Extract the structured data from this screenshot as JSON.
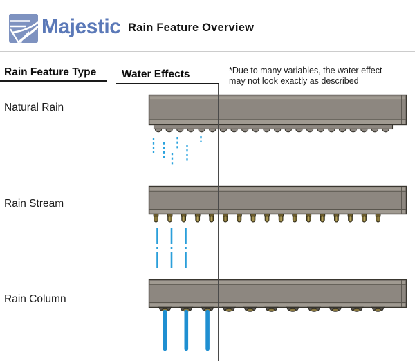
{
  "header": {
    "logo_text": "Majestic",
    "logo_icon": "majestic-waterfall-icon",
    "title": "Rain Feature Overview"
  },
  "table": {
    "col1_header": "Rain Feature Type",
    "col2_header": "Water Effects",
    "disclaimer_line1": "*Due to many variables, the water effect",
    "disclaimer_line2": "may not look exactly as described",
    "rows": [
      {
        "label": "Natural Rain",
        "effect_illustration": "spray-bar-with-scalloped-trim-and-dotted-droplets"
      },
      {
        "label": "Rain Stream",
        "effect_illustration": "spray-bar-with-17-brass-nozzles-and-dashed-streams"
      },
      {
        "label": "Rain Column",
        "effect_illustration": "spray-bar-with-11-flat-jets-and-solid-columns"
      }
    ]
  },
  "graphics": {
    "natural_rain": {
      "scallop_trim": "#scallop,22,229,15.65,186.4"
    },
    "rain_stream": {
      "nozzles": "#nozzle,17,225.5,20.07,309.5"
    },
    "rain_column": {
      "nozzles": "#colcap,11,238.5,30.8,444.3"
    }
  },
  "colors": {
    "brand_blue": "#5b79b8",
    "water_blue": "#2ba3de",
    "column_blue": "#1f8fd1",
    "bar_gray": "#8d8780",
    "bar_outline": "#39362f",
    "brass": "#8a7840"
  }
}
